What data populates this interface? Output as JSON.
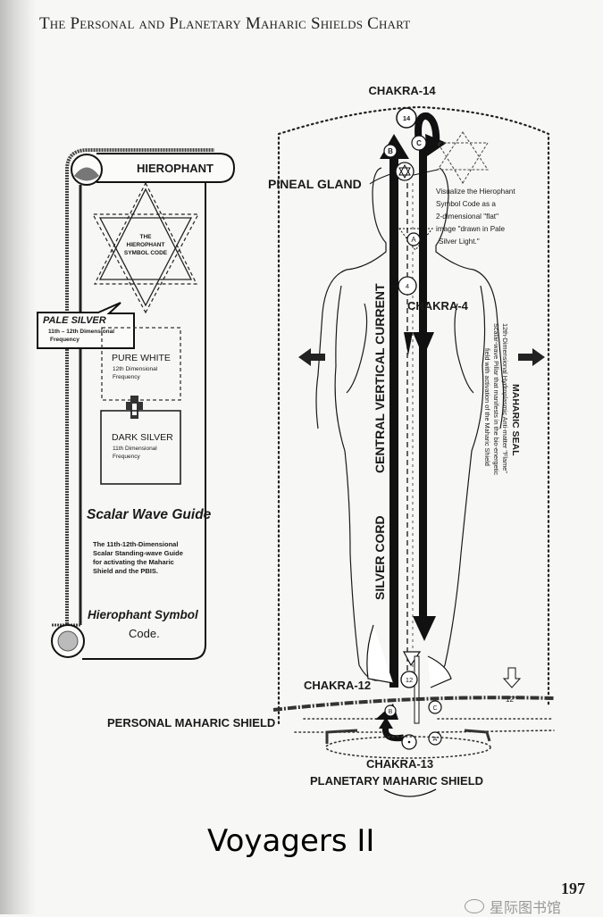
{
  "page": {
    "title": "The Personal and Planetary Maharic Shields Chart",
    "footer_title": "Voyagers II",
    "page_number": "197",
    "watermark": "星际图书馆"
  },
  "scroll": {
    "header": "HIEROPHANT",
    "symbol_code_lines": [
      "THE",
      "HIEROPHANT",
      "SYMBOL CODE"
    ],
    "pale_silver": {
      "title": "PALE SILVER",
      "subtitle_line1": "11th – 12th Dimensional",
      "subtitle_line2": "Frequency"
    },
    "pure_white": {
      "title": "PURE WHITE",
      "subtitle_line1": "12th Dimensional",
      "subtitle_line2": "Frequency"
    },
    "dark_silver": {
      "title": "DARK SILVER",
      "subtitle_line1": "11th Dimensional",
      "subtitle_line2": "Frequency"
    },
    "guide_title": "Scalar Wave Guide",
    "guide_lines": [
      "The 11th-12th-Dimensional",
      "Scalar Standing-wave Guide",
      "for activating the Maharic",
      "Shield and the PBIS."
    ],
    "footer_line1": "Hierophant Symbol",
    "footer_line2": "Code."
  },
  "body_diagram": {
    "chakra14_label": "CHAKRA-14",
    "chakra14_num": "14",
    "pineal_label": "PINEAL GLAND",
    "visualize_lines": [
      "Visualize the Hierophant",
      "Symbol Code as a",
      "2-dimensional \"flat\"",
      "image \"drawn in Pale",
      "Silver Light.\""
    ],
    "chakra4_label": "CHAKRA-4",
    "chakra4_num": "4",
    "central_current_label": "CENTRAL VERTICAL CURRENT",
    "silver_cord_label": "SILVER CORD",
    "maharic_seal_title": "MAHARIC SEAL",
    "maharic_seal_lines": [
      "12th-Dimensional Hydroplasmic Anti-matter \"Flame\"",
      "Scalar-wave Pillar that manifests in the bio-energetic",
      "field with activation of the Maharic Shield"
    ],
    "chakra12_label": "CHAKRA-12",
    "chakra12_num": "12",
    "twelve_inch_label": "12\"",
    "personal_shield_label": "PERSONAL MAHARIC SHIELD",
    "chakra13_label": "CHAKRA-13",
    "planetary_shield_label": "PLANETARY MAHARIC SHIELD",
    "marker_a": "A",
    "marker_b": "B",
    "marker_c": "C"
  }
}
